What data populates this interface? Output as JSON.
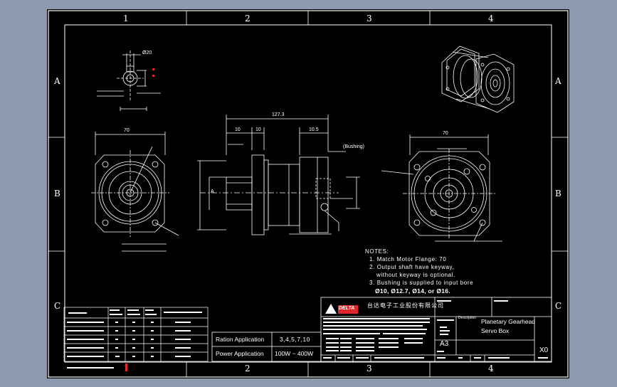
{
  "zones": {
    "columns": [
      "1",
      "2",
      "3",
      "4"
    ],
    "rows": [
      "A",
      "B",
      "C"
    ]
  },
  "notes": {
    "heading": "NOTES:",
    "items": [
      "1. Match Motor Flange: 70",
      "2. Output shaft have keyway,",
      "without keyway is optional.",
      "3. Bushing is supplied to input bore"
    ],
    "bores": "Ø10, Ø12.7, Ø14, or Ø16."
  },
  "dims": {
    "overall_length": "127.3",
    "side_left": "10",
    "side_mid": "10",
    "side_right": "10.5",
    "bushing": "(Bushing)",
    "front_width": "70",
    "right_width": "70",
    "depth_label": "A",
    "top_label": "Ø20"
  },
  "applications": {
    "ratio_label": "Ration Application",
    "ratio_value": "3,4,5,7,10",
    "power_label": "Power Application",
    "power_value": "100W ~ 400W"
  },
  "title_block": {
    "company": "台达电子工业股份有限公司",
    "logo_text": "DELTA",
    "description_label": "Description",
    "description_line1": "Planetary Gearhead",
    "description_line2": "Servo Box",
    "size": "A3",
    "rev": "X0"
  },
  "colors": {
    "paper": "#000000",
    "frame": "#ffffff",
    "logo_red": "#e0282a",
    "background": "#8d9aae"
  }
}
